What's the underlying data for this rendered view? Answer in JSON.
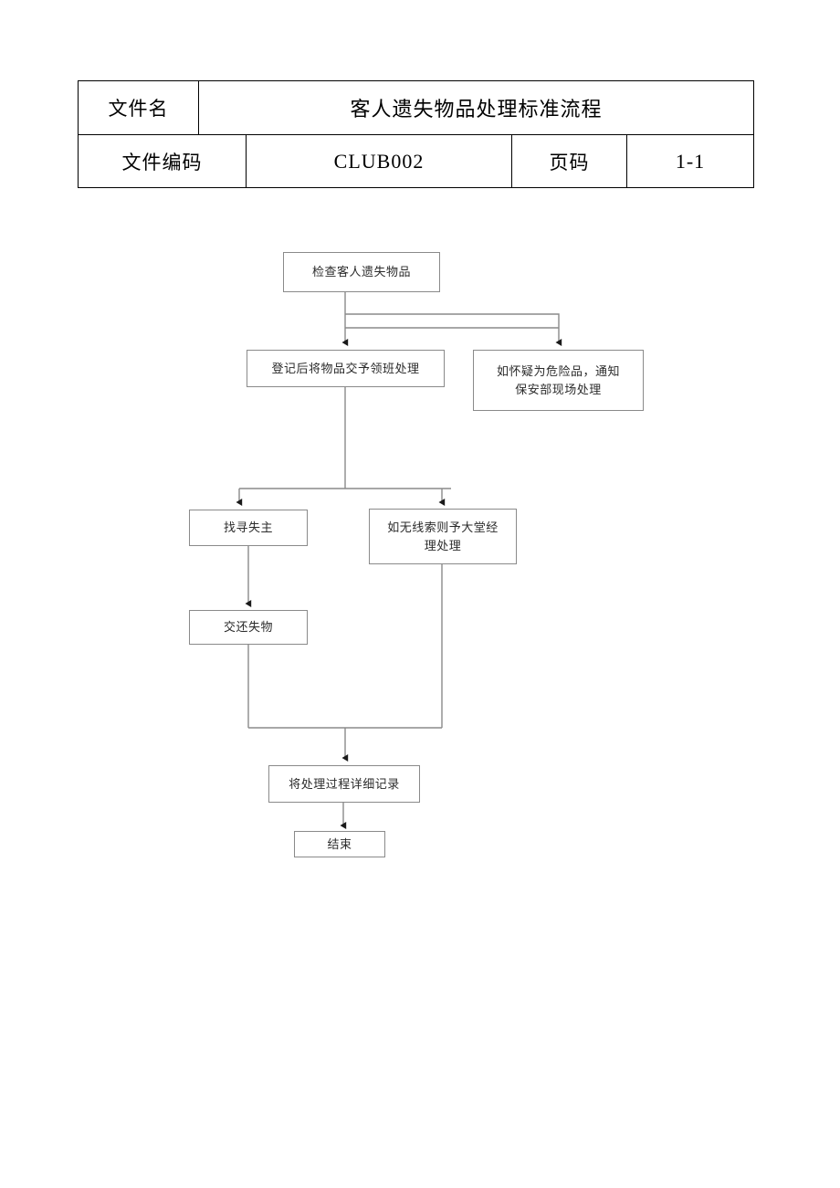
{
  "document": {
    "title": "客人遗失物品处理标准流程",
    "background_color": "#ffffff"
  },
  "header_table": {
    "rows": [
      {
        "label": "文件名",
        "value": "客人遗失物品处理标准流程"
      },
      {
        "label": "文件编码",
        "value": "CLUB002",
        "page_label": "页码",
        "page_value": "1-1"
      }
    ]
  },
  "flowchart": {
    "border_color": "#8a8a8a",
    "connector_color": "#8a8a8a",
    "arrow_color": "#1a1a1a",
    "nodes": [
      {
        "id": "n1",
        "label": "检查客人遗失物品"
      },
      {
        "id": "n2",
        "label": "登记后将物品交予领班处理"
      },
      {
        "id": "n3",
        "line1": "如怀疑为危险品，通知",
        "line2": "保安部现场处理"
      },
      {
        "id": "n4",
        "label": "找寻失主"
      },
      {
        "id": "n5",
        "line1": "如无线索则予大堂经",
        "line2": "理处理"
      },
      {
        "id": "n6",
        "label": "交还失物"
      },
      {
        "id": "n7",
        "label": "将处理过程详细记录"
      },
      {
        "id": "n8",
        "label": "结束"
      }
    ]
  }
}
